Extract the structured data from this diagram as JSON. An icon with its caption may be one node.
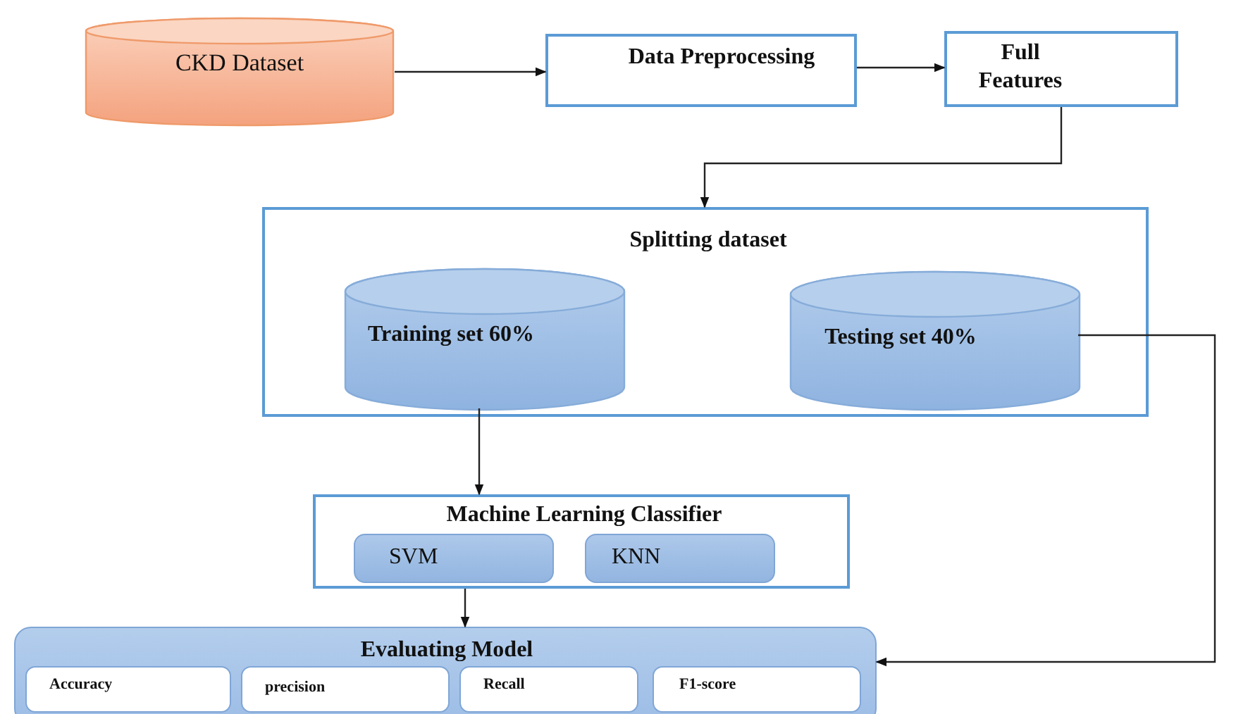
{
  "diagram": {
    "nodes": [
      {
        "text": [
          "CKD Dataset"
        ]
      },
      {
        "text": [
          "Data Preprocessing"
        ]
      },
      {
        "text": [
          "Full Features"
        ]
      },
      {
        "text": [
          "Splitting dataset"
        ]
      },
      {
        "text": [
          "Training set 60%"
        ],
        "in": 3
      },
      {
        "text": [
          "Testing set 40%"
        ],
        "in": 3
      },
      {
        "text": [
          "Machine Learning Classifier"
        ]
      },
      {
        "text": [
          "SVM"
        ],
        "in": 6
      },
      {
        "text": [
          "KNN"
        ],
        "in": 6
      },
      {
        "text": [
          "Evaluating Model"
        ]
      },
      {
        "text": [
          "Accuracy"
        ],
        "in": 9
      },
      {
        "text": [
          "precision"
        ],
        "in": 9
      },
      {
        "text": [
          "Recall"
        ],
        "in": 9
      },
      {
        "text": [
          "F1-score"
        ],
        "in": 9
      }
    ],
    "edges": [
      {
        "from": 0,
        "to": 1,
        "arrow": "to"
      },
      {
        "from": 1,
        "to": 2,
        "arrow": "to"
      },
      {
        "from": 2,
        "to": 3,
        "arrow": "to"
      },
      {
        "from": 4,
        "to": 6,
        "arrow": "to"
      },
      {
        "from": 5,
        "to": 9,
        "arrow": "to"
      },
      {
        "from": 6,
        "to": 9,
        "arrow": "to"
      }
    ]
  }
}
